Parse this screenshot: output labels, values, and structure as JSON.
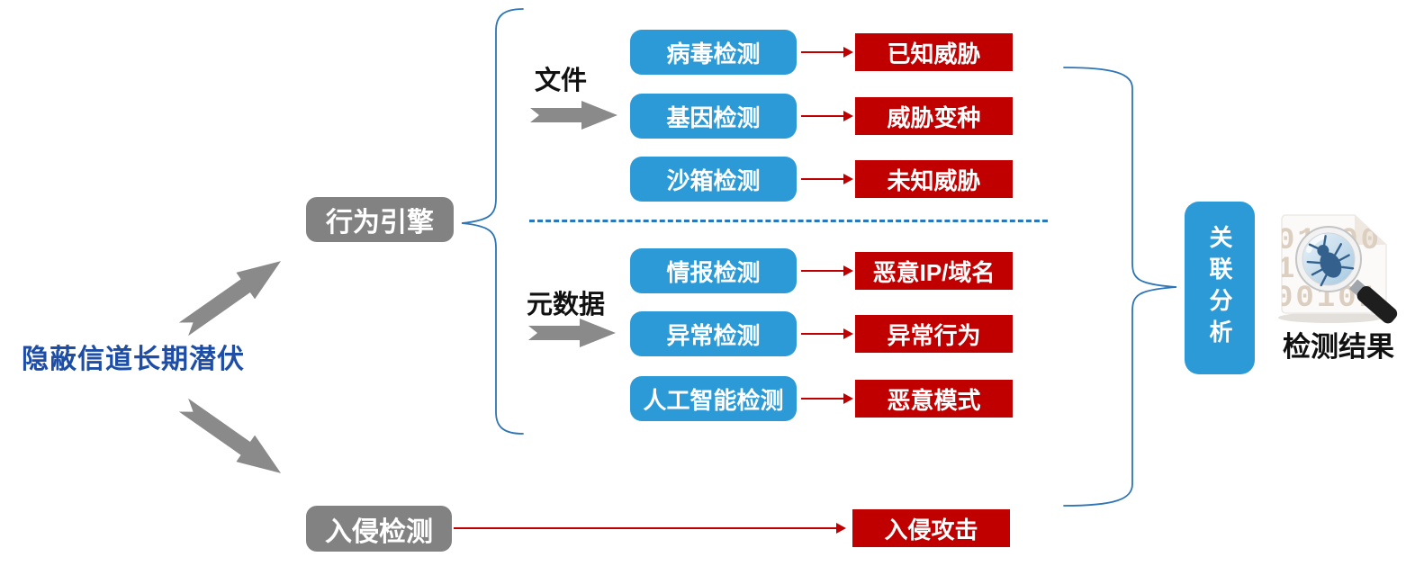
{
  "diagram": {
    "source_label": "隐蔽信道长期潜伏",
    "behavior_engine": "行为引擎",
    "intrusion_engine": "入侵检测",
    "groups": [
      {
        "input_label": "文件",
        "rows": [
          {
            "detection": "病毒检测",
            "result": "已知威胁"
          },
          {
            "detection": "基因检测",
            "result": "威胁变种"
          },
          {
            "detection": "沙箱检测",
            "result": "未知威胁"
          }
        ]
      },
      {
        "input_label": "元数据",
        "rows": [
          {
            "detection": "情报检测",
            "result": "恶意IP/域名"
          },
          {
            "detection": "异常检测",
            "result": "异常行为"
          },
          {
            "detection": "人工智能检测",
            "result": "恶意模式"
          }
        ]
      }
    ],
    "intrusion_result": "入侵攻击",
    "analysis_label": "关联分析",
    "result_label": "检测结果",
    "icons": {
      "result_icon": "bug-scan-document-icon",
      "flow_arrows": "block-arrow-icon"
    },
    "colors": {
      "detection_blue": "#2b9ad6",
      "threat_red": "#c00000",
      "engine_gray": "#828282",
      "brace_blue": "#2e75b6",
      "divider_blue": "#2779bd",
      "source_text_blue": "#1e4da5"
    }
  }
}
